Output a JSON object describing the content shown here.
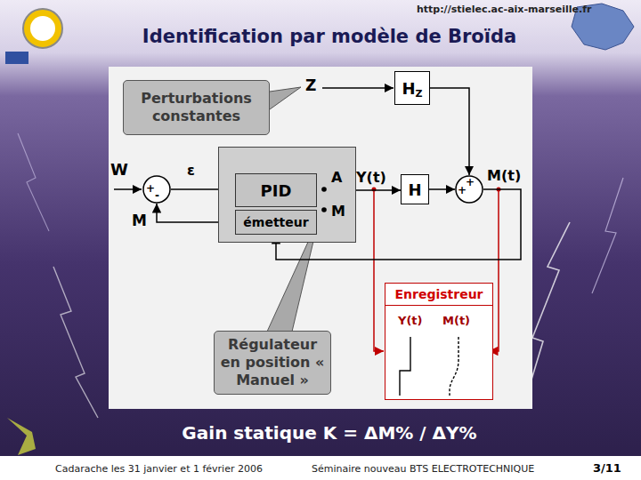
{
  "diagram": {
    "title": "Identification par modèle de Broïda",
    "caption": "Gain statique K = ΔM% / ΔY%",
    "nodes": [
      {
        "text": [
          "Perturbations constantes"
        ]
      },
      {
        "text": [
          "H",
          "Z"
        ]
      },
      {
        "text": [
          "+",
          "-"
        ]
      },
      {
        "text": []
      },
      {
        "text": [
          "PID"
        ],
        "in": 3
      },
      {
        "text": [
          "émetteur"
        ],
        "in": 3
      },
      {
        "text": [
          "H"
        ]
      },
      {
        "text": [
          "+",
          "+"
        ]
      },
      {
        "text": [
          "Enregistreur",
          "Y(t)",
          "M(t)"
        ]
      },
      {
        "text": [
          "Régulateur en position « Manuel »"
        ]
      }
    ],
    "edges": [
      {
        "from": 2,
        "to": 4,
        "arrow": "to"
      },
      {
        "from": 4,
        "to": 6,
        "arrow": "to"
      },
      {
        "from": 6,
        "to": 7,
        "arrow": "to"
      },
      {
        "from": 1,
        "to": 7,
        "arrow": "to"
      },
      {
        "from": 7,
        "to": 5,
        "arrow": "to"
      },
      {
        "from": 5,
        "to": 2,
        "arrow": "to"
      }
    ],
    "labels": [
      "http://stielec.ac-aix-marseille.fr",
      "Z",
      "W",
      "ε",
      "M",
      "A",
      "M",
      "Y(t)",
      "M(t)",
      "Cadarache les 31 janvier et 1 février 2006",
      "Séminaire nouveau BTS ELECTROTECHNIQUE",
      "3/11"
    ]
  }
}
